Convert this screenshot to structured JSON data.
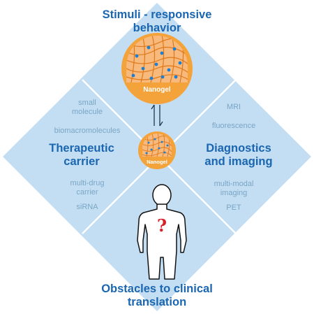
{
  "figure": {
    "top_title": [
      "Stimuli - responsive",
      "behavior"
    ],
    "bottom_title": [
      "Obstacles to clinical",
      "translation"
    ],
    "left_title": [
      "Therapeutic",
      "carrier"
    ],
    "right_title": [
      "Diagnostics",
      "and imaging"
    ],
    "left_items": [
      "small",
      "molecule",
      "biomacromolecules",
      "multi-drug",
      "carrier",
      "siRNA"
    ],
    "right_items": [
      "MRI",
      "fluorescence",
      "multi-modal",
      "imaging",
      "PET"
    ],
    "nanogel_label_large": "Nanogel",
    "nanogel_label_small": "Nanogel",
    "question_mark": "?",
    "colors": {
      "diamond_fill": "#c3def3",
      "diamond_line": "#ffffff",
      "title_text": "#1a66b0",
      "item_text": "#7aa6c6",
      "nanogel_outer": "#f4a23a",
      "nanogel_inner": "#f8b97c",
      "nanogel_strand": "#e07818",
      "nanogel_dot": "#1e7fd0",
      "question": "#d8202a"
    }
  }
}
